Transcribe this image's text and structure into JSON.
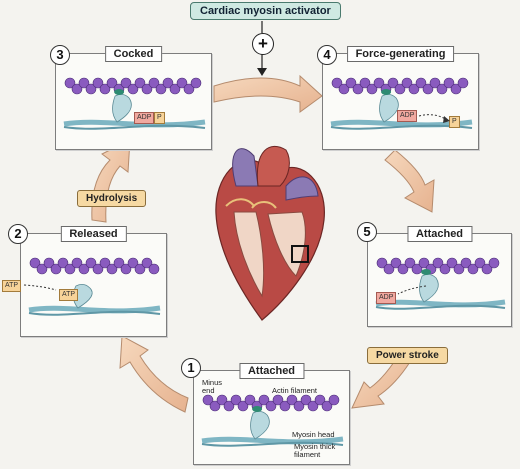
{
  "activator": "Cardiac myosin activator",
  "plus_symbol": "+",
  "states": {
    "s1": {
      "num": "1",
      "title": "Attached"
    },
    "s2": {
      "num": "2",
      "title": "Released"
    },
    "s3": {
      "num": "3",
      "title": "Cocked"
    },
    "s4": {
      "num": "4",
      "title": "Force-generating"
    },
    "s5": {
      "num": "5",
      "title": "Attached"
    }
  },
  "transitions": {
    "hydrolysis": "Hydrolysis",
    "power_stroke": "Power stroke"
  },
  "molecule_labels": {
    "atp": "ATP",
    "adp": "ADP",
    "p": "P"
  },
  "annotations": {
    "minus_end": "Minus end",
    "actin_filament": "Actin filament",
    "myosin_head": "Myosin head",
    "myosin_thick_filament": "Myosin thick filament"
  },
  "colors": {
    "actin_bead": "#8a5bbf",
    "myosin_head": "#b9d9df",
    "thick_filament": "#7fb6c4",
    "cycle_arrow": "#efc7a4",
    "activator_fill": "#cfe9e2",
    "transition_fill": "#f6d9a3",
    "adp_fill": "#f1a9a0",
    "heart": "#b94a45"
  },
  "icons": [
    "heart-cross-section",
    "cycle-arrow",
    "myosin-head-icon",
    "actin-filament-icon"
  ]
}
